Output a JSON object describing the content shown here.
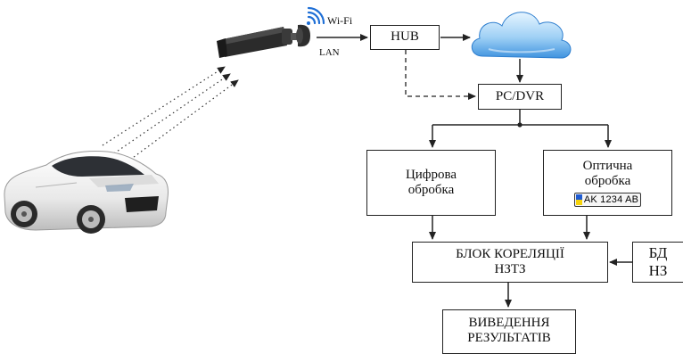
{
  "labels": {
    "wifi": "Wi-Fi",
    "lan": "LAN"
  },
  "blocks": {
    "hub": "HUB",
    "pc_dvr": "PC/DVR",
    "digital_line1": "Цифрова",
    "digital_line2": "обробка",
    "optical_line1": "Оптична",
    "optical_line2": "обробка",
    "plate_text": "AK 1234 AB",
    "correlation_line1": "БЛОК КОРЕЛЯЦІЇ",
    "correlation_line2": "НЗТЗ",
    "db_line1": "БД",
    "db_line2": "НЗ",
    "output_line1": "ВИВЕДЕННЯ",
    "output_line2": "РЕЗУЛЬТАТІВ"
  },
  "icons": {
    "camera": "cctv-camera-icon",
    "wifi": "wifi-signal-icon",
    "cloud": "cloud-icon",
    "car": "car-icon"
  },
  "colors": {
    "line": "#222222",
    "cloud_light": "#d9efff",
    "cloud_dark": "#3f93df",
    "wifi": "#1f6fd6",
    "flag_blue": "#1f5bd1",
    "flag_yellow": "#f5d20a"
  }
}
